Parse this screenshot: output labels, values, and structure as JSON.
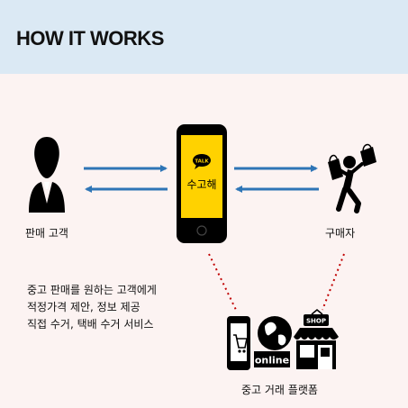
{
  "header": {
    "title": "HOW IT WORKS"
  },
  "phone": {
    "badge": "TALK",
    "app_name": "수고해"
  },
  "seller": {
    "label": "판매 고객"
  },
  "buyer": {
    "label": "구매자"
  },
  "description": {
    "lines": [
      "중고 판매를 원하는 고객에게",
      "적정가격 제안, 정보 제공",
      "직접 수거, 택배 수거 서비스"
    ]
  },
  "platforms": {
    "label": "중고 거래 플랫폼",
    "online_text": "online",
    "shop_text": "SHOP"
  },
  "colors": {
    "header_bg": "#dbe9f4",
    "page_bg": "#fcf3f2",
    "arrow": "#2e75b6",
    "phone_screen": "#ffd200",
    "dotted_line": "#c00000"
  }
}
